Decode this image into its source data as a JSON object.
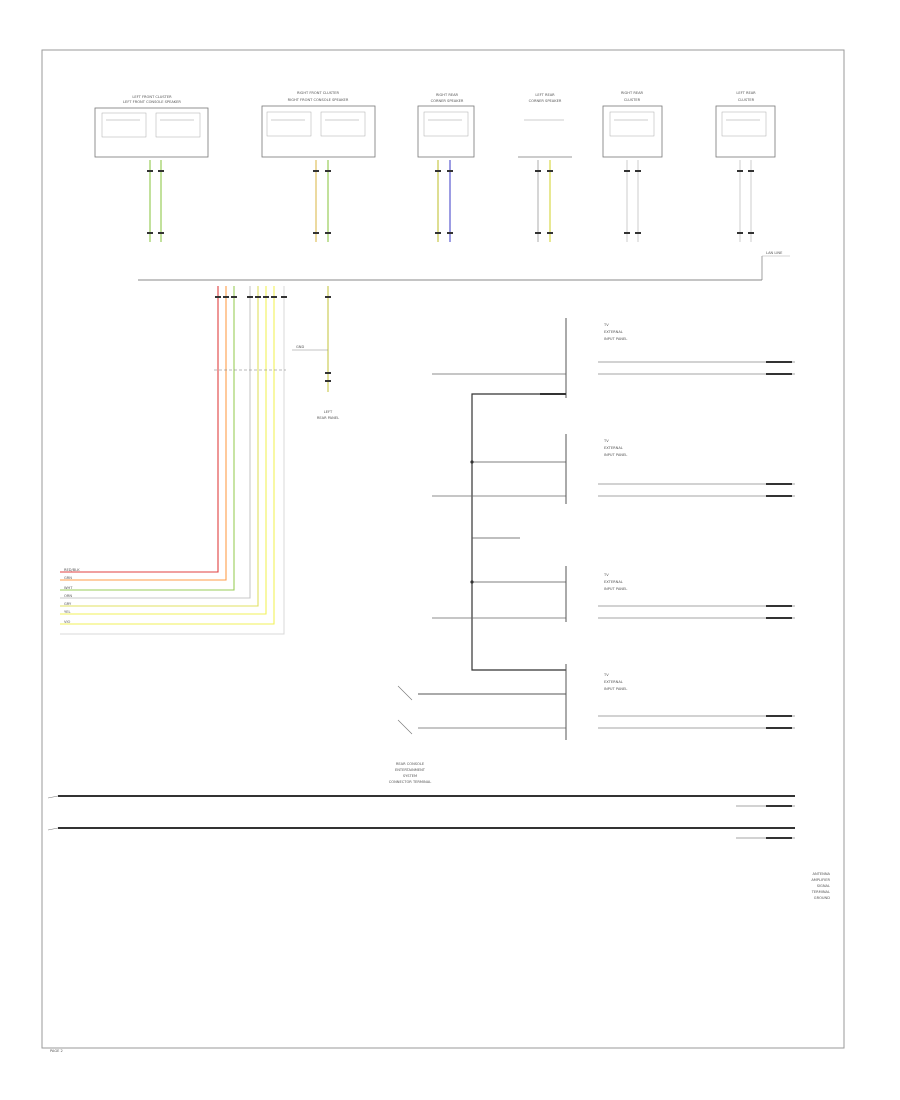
{
  "diagram": {
    "speakers": [
      {
        "title_1": "LEFT FRONT CLUSTER",
        "title_2": "LEFT FRONT CONSOLE SPEAKER"
      },
      {
        "title_1": "RIGHT FRONT CLUSTER",
        "title_2": "RIGHT FRONT CONSOLE SPEAKER"
      },
      {
        "title_1": "RIGHT REAR",
        "title_2": "CORNER SPEAKER"
      },
      {
        "title_1": "LEFT REAR",
        "title_2": "CORNER SPEAKER"
      },
      {
        "title_1": "RIGHT REAR",
        "title_2": "CLUSTER"
      },
      {
        "title_1": "LEFT REAR",
        "title_2": "CLUSTER"
      }
    ],
    "bus_label": "LAN LINE",
    "wire_bundle_colors": [
      "#e04040",
      "#ff9e4a",
      "#9acd5a",
      "#c8c8c8",
      "#e0e060",
      "#f2f25a",
      "#d8d8d8"
    ],
    "wire_rows": [
      "RED/BLK",
      "GRN",
      "WHT",
      "ORN",
      "GRY",
      "YEL",
      "VIO"
    ],
    "ground_label": "GND",
    "ground_caption_1": "LEFT",
    "ground_caption_2": "REAR PANEL",
    "modules": [
      {
        "label_1": "TV",
        "label_2": "EXTERNAL",
        "label_3": "INPUT PANEL"
      },
      {
        "label_1": "TV",
        "label_2": "EXTERNAL",
        "label_3": "INPUT PANEL"
      },
      {
        "label_1": "TV",
        "label_2": "EXTERNAL",
        "label_3": "INPUT PANEL"
      },
      {
        "label_1": "TV",
        "label_2": "EXTERNAL",
        "label_3": "INPUT PANEL"
      }
    ],
    "rear_caption_1": "REAR CONSOLE",
    "rear_caption_2": "ENTERTAINMENT",
    "rear_caption_3": "SYSTEM",
    "rear_caption_4": "CONNECTOR TERMINAL",
    "bottom_caption_1": "ANTENNA",
    "bottom_caption_2": "AMPLIFIER",
    "bottom_caption_3": "SIGNAL",
    "bottom_caption_4": "TERMINAL",
    "bottom_caption_5": "GROUND",
    "page_footer": "PAGE 2",
    "accent_colors": {
      "line": "#333333",
      "border": "#9a9a9a",
      "blue_wire": "#5a5ad0"
    }
  }
}
